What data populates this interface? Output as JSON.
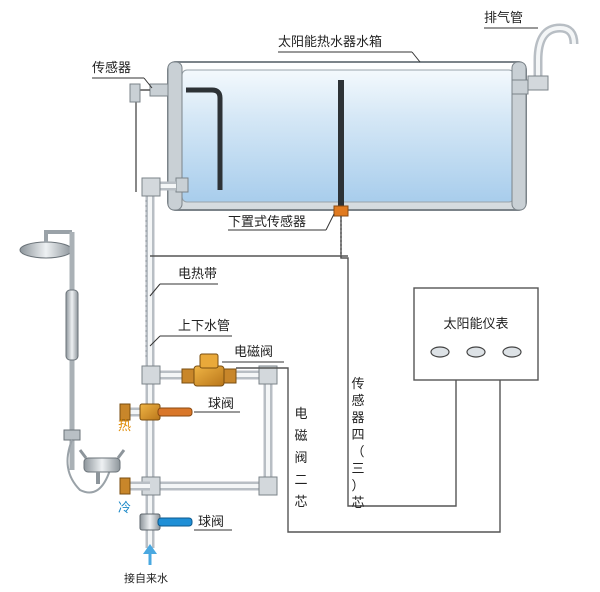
{
  "labels": {
    "exhaust_pipe": "排气管",
    "tank": "太阳能热水器水箱",
    "sensor_top": "传感器",
    "sensor_bottom": "下置式传感器",
    "heating_belt": "电热带",
    "updown_pipe": "上下水管",
    "solenoid_valve": "电磁阀",
    "ball_valve_hot": "球阀",
    "ball_valve_cold": "球阀",
    "hot": "热",
    "cold": "冷",
    "tap_water": "接自来水",
    "meter": "太阳能仪表",
    "solenoid_core_chars": [
      "电",
      "磁",
      "阀",
      "二",
      "芯"
    ],
    "sensor_core_chars": [
      "传",
      "感",
      "器",
      "四",
      "（",
      "三",
      "）",
      "芯"
    ]
  },
  "colors": {
    "pipe": "#b8bec4",
    "water_top": "#e9f3fb",
    "water_bottom": "#a8cdec",
    "hot_handle": "#d9772a",
    "cold_handle": "#1f8fd6",
    "sensor_block": "#e07a20",
    "arrow": "#4aa8e0"
  },
  "icons": [
    "shower-head-icon",
    "faucet-icon",
    "ball-valve-icon",
    "solenoid-valve-icon",
    "meter-button-icon"
  ]
}
